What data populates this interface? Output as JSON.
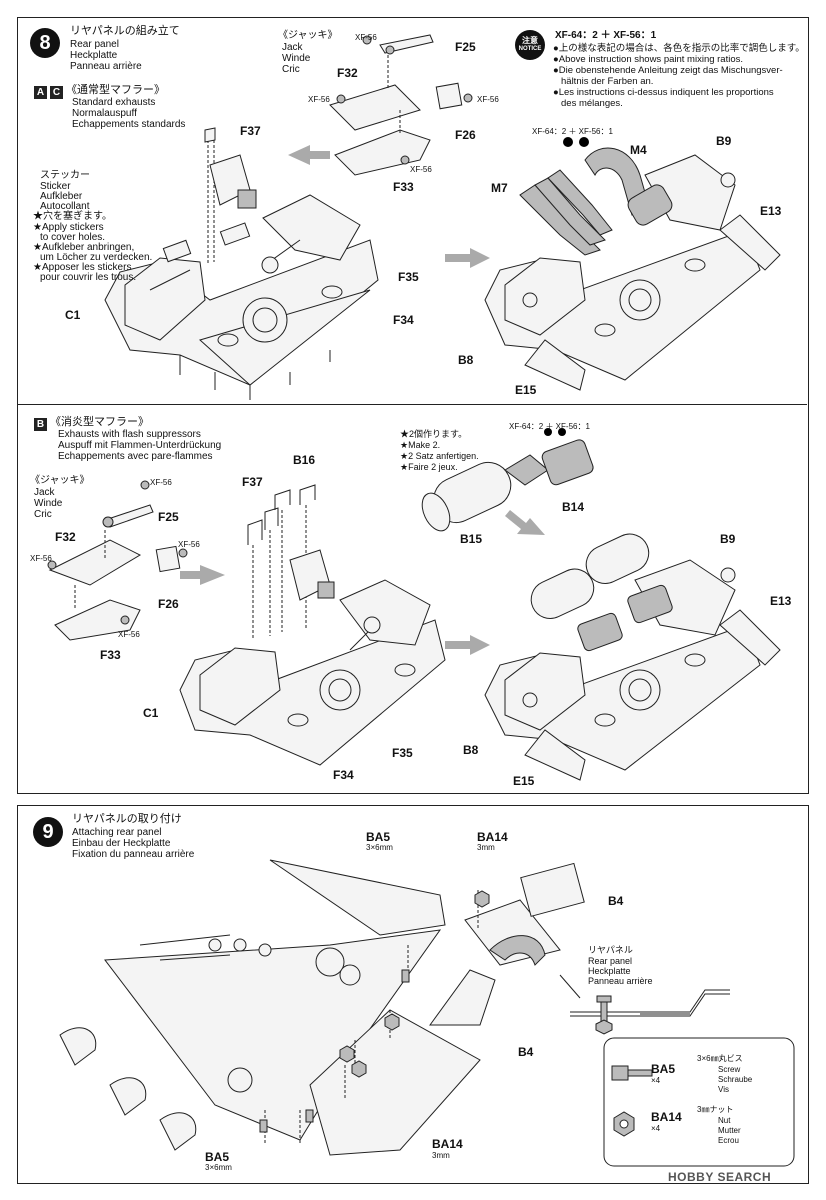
{
  "step8": {
    "number": "8",
    "title_jp": "リヤパネルの組み立て",
    "title_en": "Rear panel",
    "title_de": "Heckplatte",
    "title_fr": "Panneau arrière",
    "badge_a": "A",
    "badge_c": "C",
    "ac_title_jp": "《通常型マフラー》",
    "ac_title_en": "Standard exhausts",
    "ac_title_de": "Normalauspuff",
    "ac_title_fr": "Echappements standards",
    "badge_b": "B",
    "b_title_jp": "《消炎型マフラー》",
    "b_title_en": "Exhausts with flash suppressors",
    "b_title_de": "Auspuff mit Flammen-Unterdrückung",
    "b_title_fr": "Echappements avec pare-flammes",
    "jack_jp": "《ジャッキ》",
    "jack_en": "Jack",
    "jack_de": "Winde",
    "jack_fr": "Cric",
    "sticker_jp": "ステッカー",
    "sticker_en": "Sticker",
    "sticker_de": "Aufkleber",
    "sticker_fr": "Autocollant",
    "sticker_note_jp": "★穴を塞ぎます。",
    "sticker_note_en1": "★Apply stickers",
    "sticker_note_en2": "to cover holes.",
    "sticker_note_de1": "★Aufkleber anbringen,",
    "sticker_note_de2": "um Löcher zu verdecken.",
    "sticker_note_fr1": "★Apposer les stickers",
    "sticker_note_fr2": "pour couvrir les trous.",
    "make2_jp": "★2個作ります。",
    "make2_en": "★Make 2.",
    "make2_de": "★2 Satz anfertigen.",
    "make2_fr": "★Faire 2 jeux.",
    "notice_jp": "注意",
    "notice_en": "NOTICE",
    "notice_formula": "XF-64：2 ＋ XF-56：1",
    "notice_jp_text": "●上の様な表記の場合は、各色を指示の比率で調色します。",
    "notice_en_text": "●Above instruction shows paint mixing ratios.",
    "notice_de_text1": "●Die obenstehende Anleitung zeigt das Mischungsver-",
    "notice_de_text2": "hältnis der Farben an.",
    "notice_fr_text1": "●Les instructions ci-dessus indiquent les proportions",
    "notice_fr_text2": "des mélanges.",
    "mix_label": "XF-64：2 ＋ XF-56：1",
    "paint_xf56": "XF-56",
    "parts": {
      "F25": "F25",
      "F26": "F26",
      "F32": "F32",
      "F33": "F33",
      "F34": "F34",
      "F35": "F35",
      "F37": "F37",
      "C1": "C1",
      "M4": "M4",
      "M7": "M7",
      "B8": "B8",
      "B9": "B9",
      "E13": "E13",
      "E15": "E15",
      "B14": "B14",
      "B15": "B15",
      "B16": "B16"
    }
  },
  "step9": {
    "number": "9",
    "title_jp": "リヤパネルの取り付け",
    "title_en": "Attaching rear panel",
    "title_de": "Einbau der Heckplatte",
    "title_fr": "Fixation du panneau arrière",
    "BA5": "BA5",
    "BA5_size": "3×6mm",
    "BA14": "BA14",
    "BA14_size": "3mm",
    "B4": "B4",
    "rear_panel_jp": "リヤパネル",
    "rear_panel_en": "Rear panel",
    "rear_panel_de": "Heckplatte",
    "rear_panel_fr": "Panneau arrière",
    "legend": {
      "ba5_code": "BA5",
      "ba5_qty": "×4",
      "ba5_jp": "3×6㎜丸ビス",
      "ba5_en": "Screw",
      "ba5_de": "Schraube",
      "ba5_fr": "Vis",
      "ba14_code": "BA14",
      "ba14_qty": "×4",
      "ba14_jp": "3㎜ナット",
      "ba14_en": "Nut",
      "ba14_de": "Mutter",
      "ba14_fr": "Ecrou"
    }
  },
  "watermark": "HOBBY SEARCH"
}
